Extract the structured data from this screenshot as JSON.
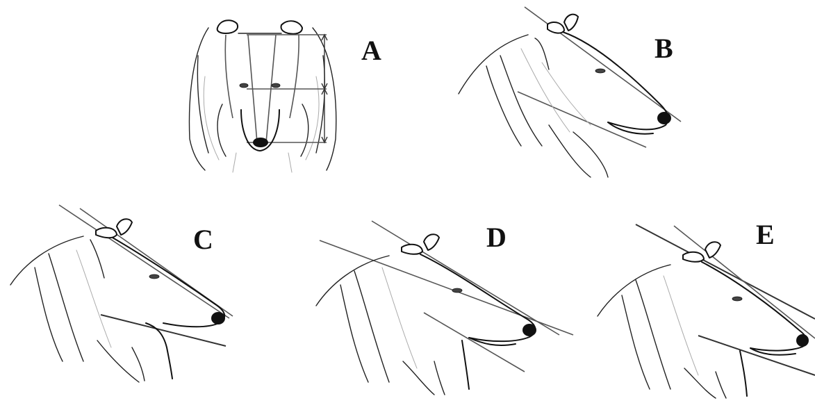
{
  "figure": {
    "panels": [
      {
        "id": "A",
        "label": "A",
        "view": "front"
      },
      {
        "id": "B",
        "label": "B",
        "view": "profile"
      },
      {
        "id": "C",
        "label": "C",
        "view": "profile"
      },
      {
        "id": "D",
        "label": "D",
        "view": "profile"
      },
      {
        "id": "E",
        "label": "E",
        "view": "profile"
      }
    ]
  }
}
